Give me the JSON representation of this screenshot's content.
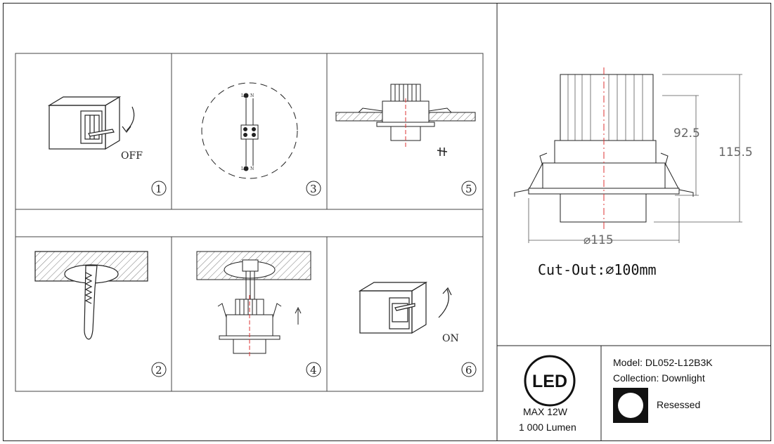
{
  "steps": [
    {
      "number": "1",
      "state": "OFF"
    },
    {
      "number": "2"
    },
    {
      "number": "3"
    },
    {
      "number": "4"
    },
    {
      "number": "5"
    },
    {
      "number": "6",
      "state": "ON"
    }
  ],
  "wiring": {
    "terminal_l": "L",
    "terminal_n": "N"
  },
  "dimensions": {
    "height_inner": "92.5",
    "height_total": "115.5",
    "diameter": "⌀115"
  },
  "cutout": "Cut-Out:⌀100mm",
  "led_badge": {
    "label": "LED",
    "power": "MAX 12W",
    "lumen": "1 000 Lumen"
  },
  "product": {
    "model": "Model: DL052-L12B3K",
    "collection": "Collection: Downlight",
    "mount": "Resessed"
  }
}
